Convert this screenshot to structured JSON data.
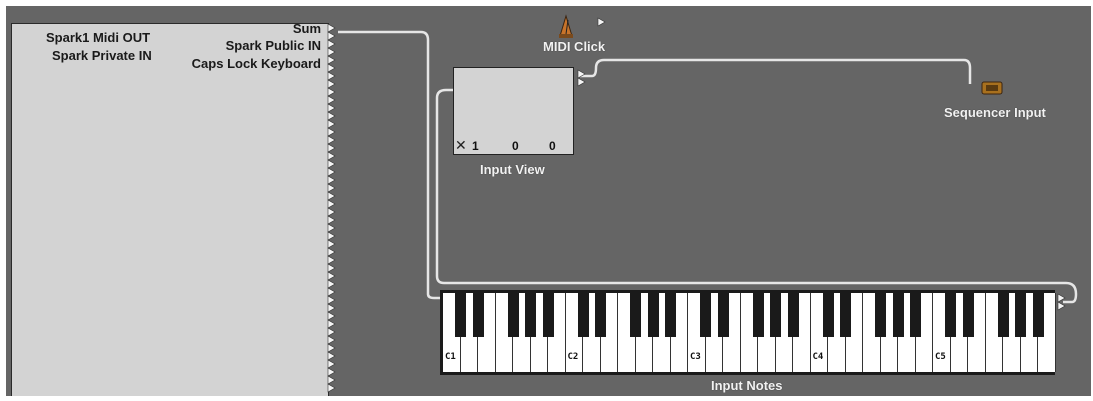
{
  "environment": {
    "left_labels": [
      "Spark1 Midi OUT",
      "Spark Private IN"
    ],
    "right_labels": [
      "Sum",
      "Spark Public IN",
      "Caps Lock Keyboard"
    ]
  },
  "objects": {
    "midi_click": "MIDI Click",
    "sequencer_input": "Sequencer Input",
    "input_view": {
      "label": "Input View",
      "values": [
        "1",
        "0",
        "0"
      ]
    },
    "input_notes": {
      "label": "Input Notes",
      "octaves": [
        "C1",
        "C2",
        "C3",
        "C4",
        "C5"
      ]
    }
  },
  "colors": {
    "background": "#656565",
    "panel": "#d3d3d3",
    "wire": "#e6e6e6"
  }
}
